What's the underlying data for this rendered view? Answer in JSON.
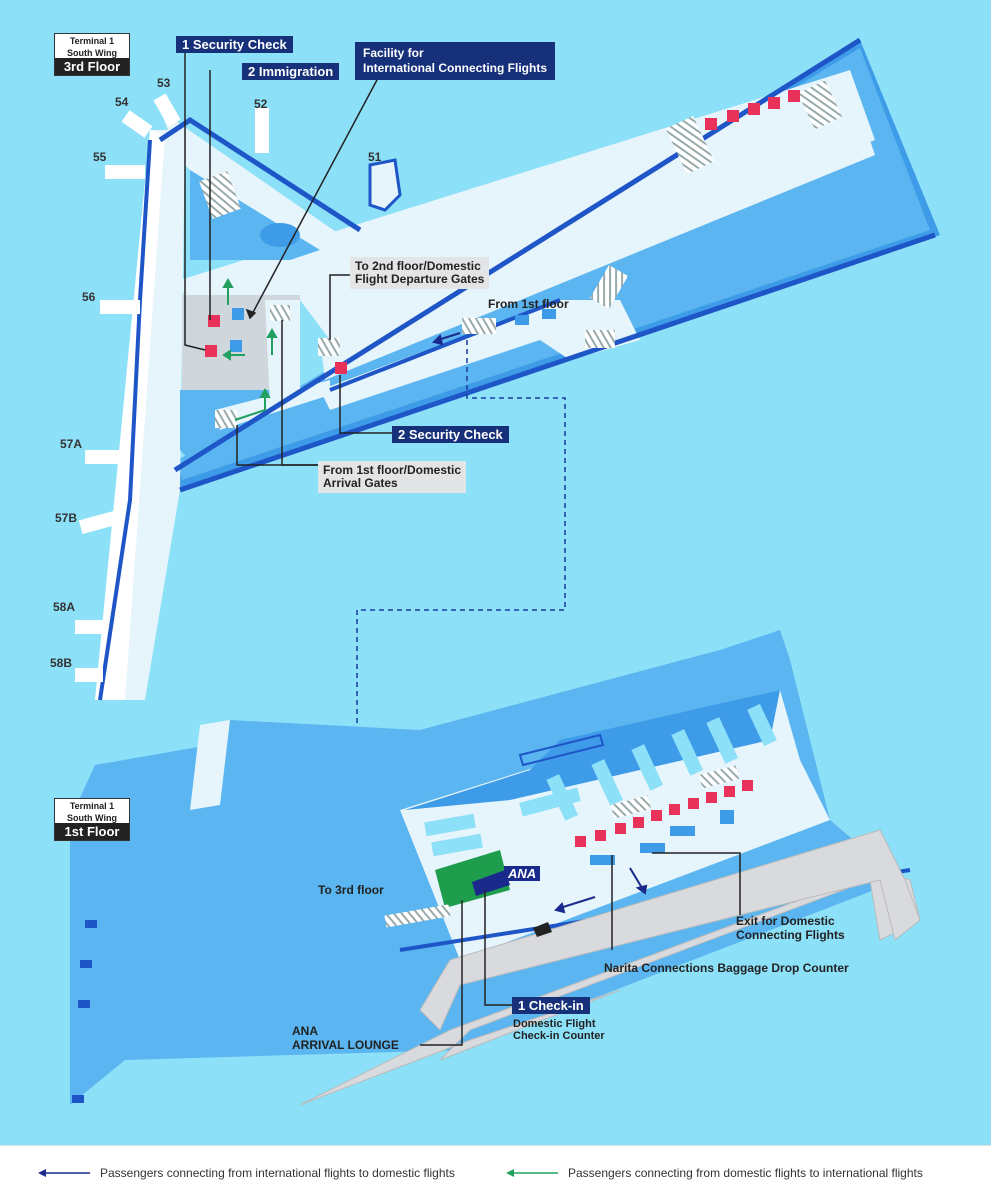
{
  "floor3": {
    "badge_line1": "Terminal 1",
    "badge_line2": "South Wing",
    "badge_floor": "3rd Floor",
    "security_check_1": "1 Security Check",
    "immigration_2": "2 Immigration",
    "facility_line1": "Facility for",
    "facility_line2": "International Connecting Flights",
    "to_2nd_line1": "To 2nd floor/Domestic",
    "to_2nd_line2": "Flight Departure Gates",
    "from_1st_floor": "From 1st floor",
    "security_check_2": "2 Security Check",
    "from_1st_domestic_line1": "From 1st floor/Domestic",
    "from_1st_domestic_line2": "Arrival Gates",
    "gates": [
      "53",
      "54",
      "52",
      "55",
      "51",
      "56",
      "57A",
      "57B",
      "58A",
      "58B"
    ]
  },
  "floor1": {
    "badge_line1": "Terminal 1",
    "badge_line2": "South Wing",
    "badge_floor": "1st Floor",
    "to_3rd_floor": "To 3rd floor",
    "ana_logo": "ANA",
    "exit_line1": "Exit for Domestic",
    "exit_line2": "Connecting Flights",
    "baggage_drop": "Narita Connections Baggage Drop Counter",
    "checkin": "1 Check-in",
    "checkin_sub1": "Domestic Flight",
    "checkin_sub2": "Check-in Counter",
    "lounge_line1": "ANA",
    "lounge_line2": "ARRIVAL LOUNGE"
  },
  "legend": {
    "intl_to_domestic": "Passengers connecting from international flights to domestic flights",
    "domestic_to_intl": "Passengers connecting from domestic flights to international flights",
    "intl_color": "#1a2a8c",
    "domestic_color": "#22a060"
  }
}
